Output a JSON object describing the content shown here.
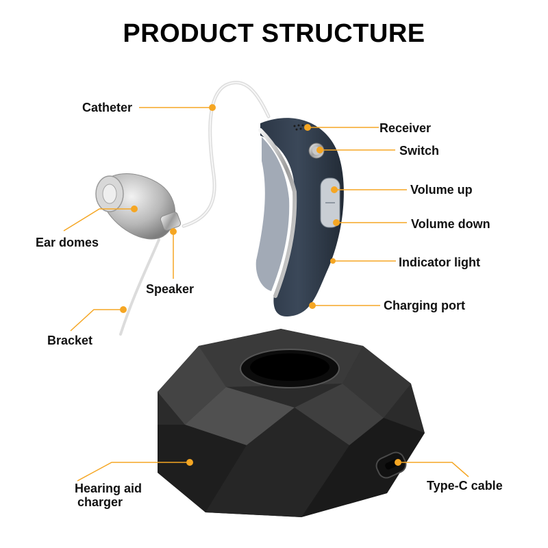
{
  "title": "PRODUCT STRUCTURE",
  "accent_color": "#f5a623",
  "labels": {
    "catheter": "Catheter",
    "receiver": "Receiver",
    "switch": "Switch",
    "volume_up": "Volume up",
    "volume_down": "Volume down",
    "indicator_light": "Indicator light",
    "charging_port": "Charging port",
    "ear_domes": "Ear domes",
    "speaker": "Speaker",
    "bracket": "Bracket",
    "hearing_aid_charger_line1": "Hearing aid",
    "hearing_aid_charger_line2": "charger",
    "type_c_cable": "Type-C cable"
  }
}
